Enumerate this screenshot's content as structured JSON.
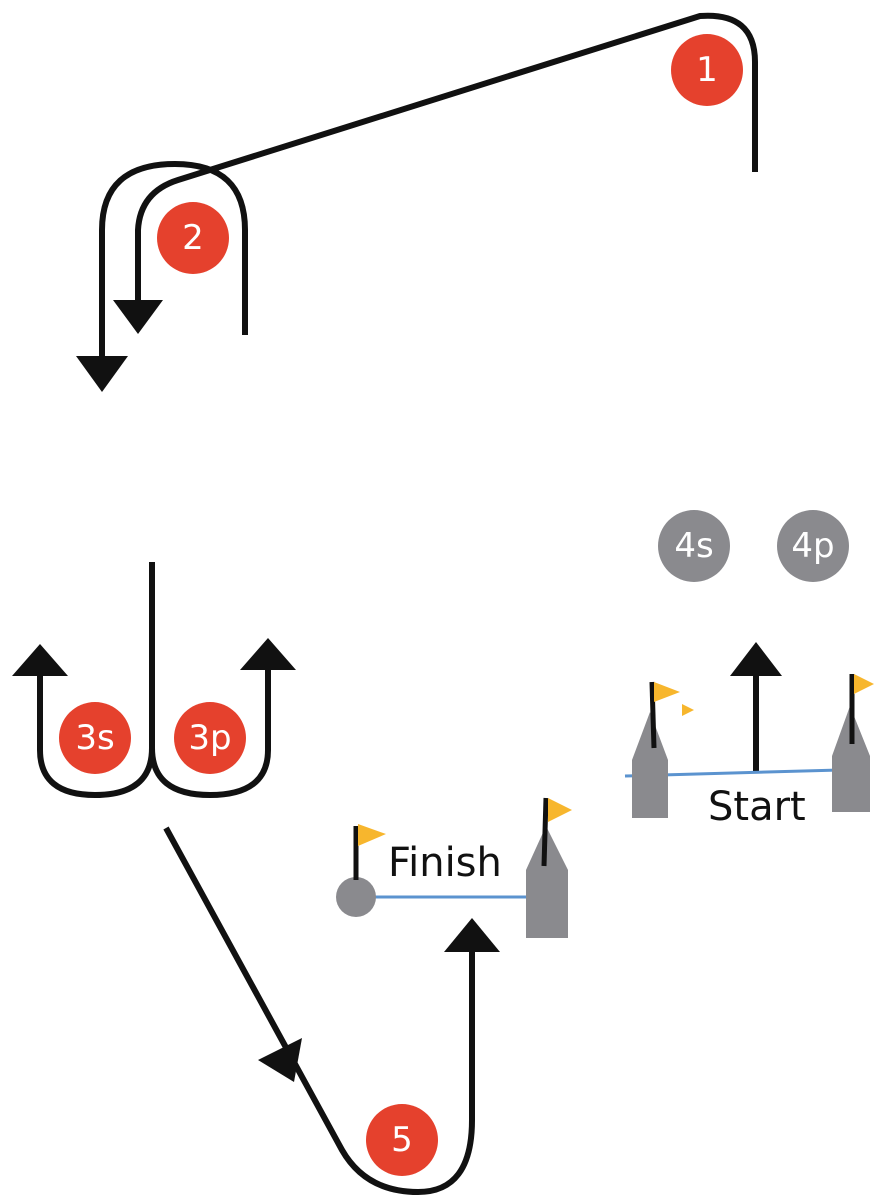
{
  "colors": {
    "mark_red": "#e5412d",
    "mark_grey": "#8a8a8e",
    "course_line": "#111111",
    "start_finish_line": "#5b93cf",
    "flag": "#f7b62d"
  },
  "marks": {
    "m1": "1",
    "m2": "2",
    "m3s": "3s",
    "m3p": "3p",
    "m4s": "4s",
    "m4p": "4p",
    "m5": "5"
  },
  "labels": {
    "start": "Start",
    "finish": "Finish"
  }
}
